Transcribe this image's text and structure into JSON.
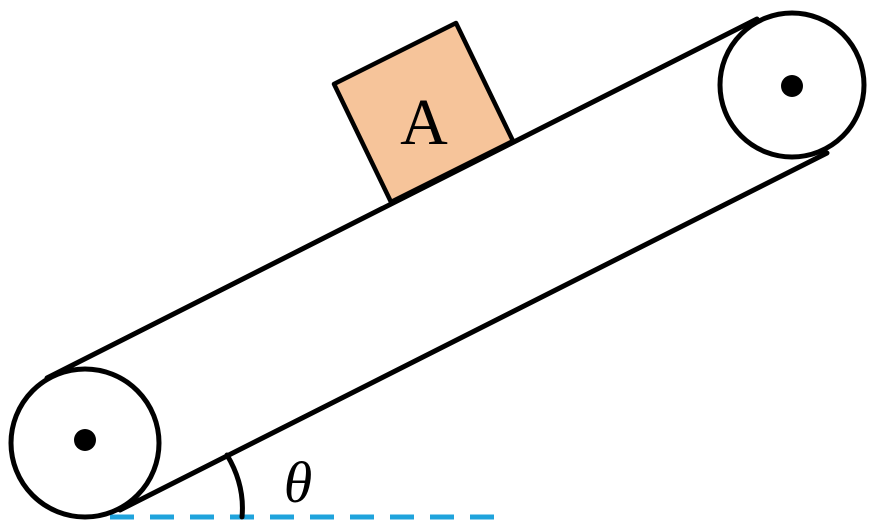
{
  "labels": {
    "block": "A",
    "angle": "θ"
  },
  "colors": {
    "line": "#000000",
    "block_fill": "#f6c49a",
    "baseline": "#1fa3dc",
    "background": "#ffffff"
  },
  "icons": {
    "pulley_axle": "filled-dot"
  }
}
